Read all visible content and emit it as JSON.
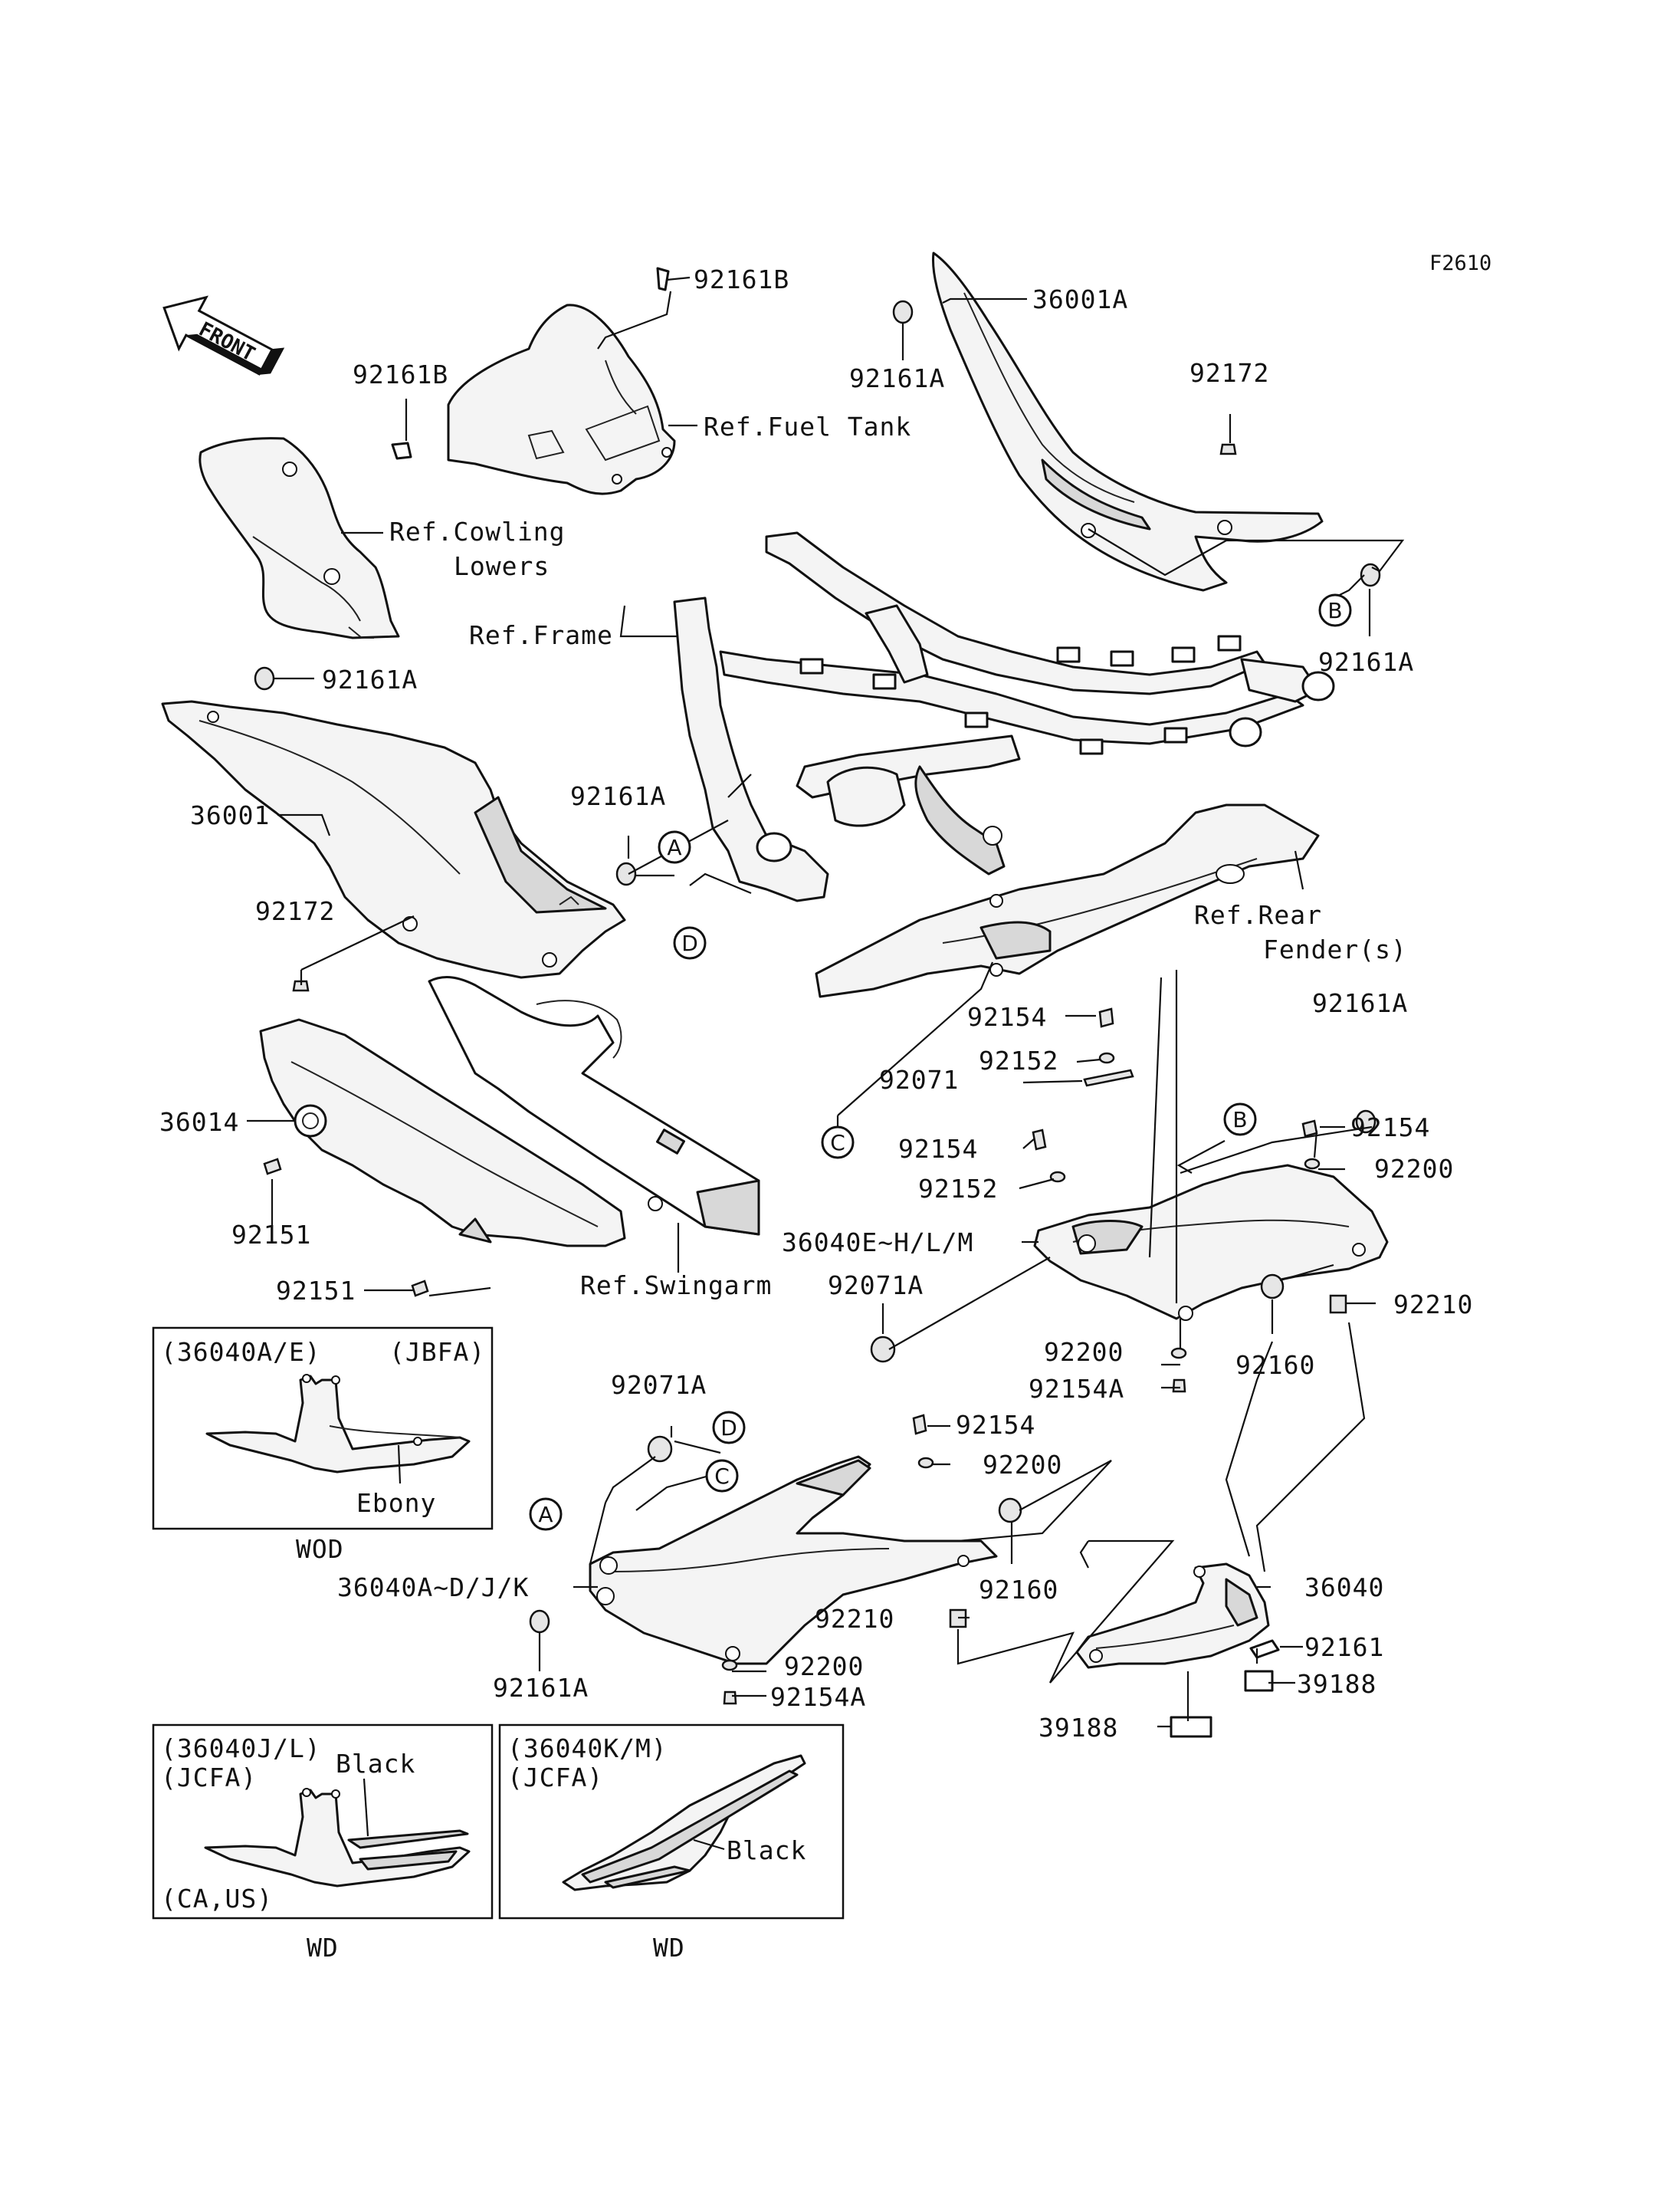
{
  "diagram_code": "F2610",
  "front_label": "FRONT",
  "labels": {
    "p92161B_a": "92161B",
    "p92161B_b": "92161B",
    "p36001A": "36001A",
    "p92161A_top": "92161A",
    "p92172_top": "92172",
    "ref_fuel_tank": "Ref.Fuel Tank",
    "ref_cowling_1": "Ref.Cowling",
    "ref_cowling_2": "Lowers",
    "ref_frame": "Ref.Frame",
    "p92161A_left": "92161A",
    "p92161A_right": "92161A",
    "p36001": "36001",
    "p92161A_mid": "92161A",
    "p92172_left": "92172",
    "ref_rear_fender_1": "Ref.Rear",
    "ref_rear_fender_2": "Fender(s)",
    "p36014": "36014",
    "p92151_a": "92151",
    "p92151_b": "92151",
    "ref_swingarm": "Ref.Swingarm",
    "p92154_a": "92154",
    "p92152_a": "92152",
    "p92071": "92071",
    "p92154_b": "92154",
    "p92152_b": "92152",
    "p36040E": "36040E~H/L/M",
    "p92071A_a": "92071A",
    "p92161A_far": "92161A",
    "p92154_c": "92154",
    "p92200_a": "92200",
    "p92210_a": "92210",
    "p92160_a": "92160",
    "p92200_b": "92200",
    "p92154A_a": "92154A",
    "p92071A_b": "92071A",
    "p92154_d": "92154",
    "p92200_c": "92200",
    "p92160_b": "92160",
    "p36040AD": "36040A~D/J/K",
    "p92210_b": "92210",
    "p92161A_low": "92161A",
    "p92200_d": "92200",
    "p92154A_b": "92154A",
    "p36040": "36040",
    "p92161": "92161",
    "p39188_a": "39188",
    "p39188_b": "39188"
  },
  "circle_refs": {
    "A1": "A",
    "A2": "A",
    "B1": "B",
    "B2": "B",
    "C1": "C",
    "C2": "C",
    "D1": "D",
    "D2": "D"
  },
  "insets": {
    "ebony": {
      "part": "(36040A/E)",
      "region": "(JBFA)",
      "color": "Ebony",
      "caption": "WOD"
    },
    "black_jl": {
      "part": "(36040J/L)",
      "region": "(JCFA)",
      "color": "Black",
      "market": "(CA,US)",
      "caption": "WD"
    },
    "black_km": {
      "part": "(36040K/M)",
      "region": "(JCFA)",
      "color": "Black",
      "caption": "WD"
    }
  }
}
